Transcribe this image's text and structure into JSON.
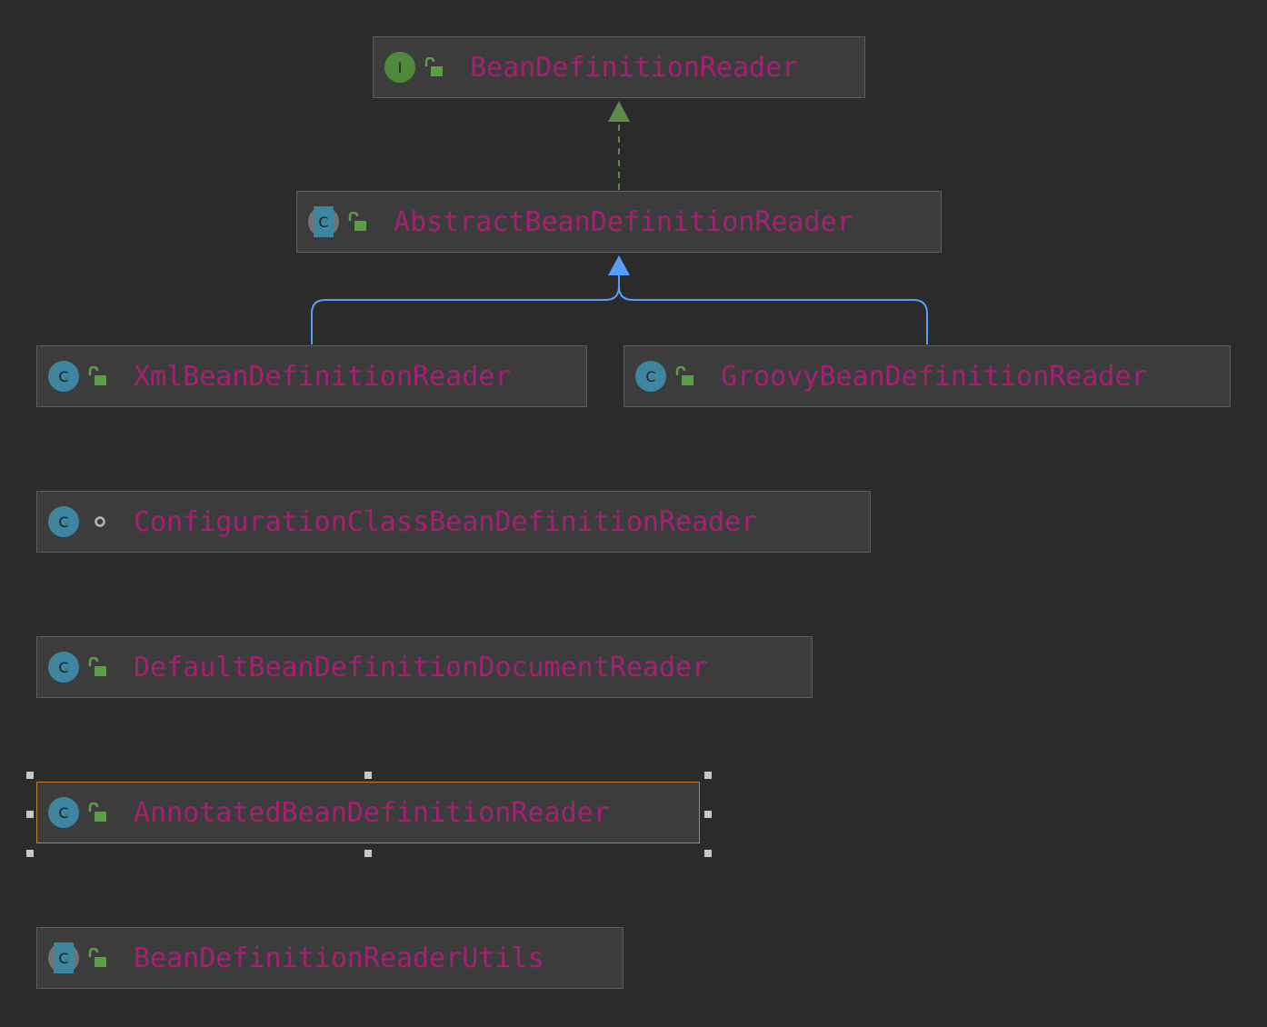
{
  "colors": {
    "background": "#2b2b2b",
    "node_fill": "#3c3c3c",
    "node_border": "#5e5e5e",
    "selected_border": "#c77a32",
    "label_text": "#a3226f",
    "class_icon": "#3e86a0",
    "interface_icon": "#4f8a3c",
    "public_lock": "#5e9d47",
    "implements_edge": "#5f8a4c",
    "extends_edge": "#589df6"
  },
  "nodes": [
    {
      "id": "BeanDefinitionReader",
      "label": "BeanDefinitionReader",
      "kind": "interface",
      "kind_letter": "I",
      "visibility": "public",
      "icon": "interface-icon",
      "selected": false
    },
    {
      "id": "AbstractBeanDefinitionReader",
      "label": "AbstractBeanDefinitionReader",
      "kind": "abstract-class",
      "kind_letter": "C",
      "visibility": "public",
      "icon": "abstract-class-icon",
      "selected": false
    },
    {
      "id": "XmlBeanDefinitionReader",
      "label": "XmlBeanDefinitionReader",
      "kind": "class",
      "kind_letter": "C",
      "visibility": "public",
      "icon": "class-icon",
      "selected": false
    },
    {
      "id": "GroovyBeanDefinitionReader",
      "label": "GroovyBeanDefinitionReader",
      "kind": "class",
      "kind_letter": "C",
      "visibility": "public",
      "icon": "class-icon",
      "selected": false
    },
    {
      "id": "ConfigurationClassBeanDefinitionReader",
      "label": "ConfigurationClassBeanDefinitionReader",
      "kind": "class",
      "kind_letter": "C",
      "visibility": "package-private",
      "icon": "class-icon",
      "selected": false
    },
    {
      "id": "DefaultBeanDefinitionDocumentReader",
      "label": "DefaultBeanDefinitionDocumentReader",
      "kind": "class",
      "kind_letter": "C",
      "visibility": "public",
      "icon": "class-icon",
      "selected": false
    },
    {
      "id": "AnnotatedBeanDefinitionReader",
      "label": "AnnotatedBeanDefinitionReader",
      "kind": "class",
      "kind_letter": "C",
      "visibility": "public",
      "icon": "class-icon",
      "selected": true
    },
    {
      "id": "BeanDefinitionReaderUtils",
      "label": "BeanDefinitionReaderUtils",
      "kind": "abstract-class",
      "kind_letter": "C",
      "visibility": "public",
      "icon": "abstract-class-icon",
      "selected": false
    }
  ],
  "edges": [
    {
      "from": "AbstractBeanDefinitionReader",
      "to": "BeanDefinitionReader",
      "type": "implements",
      "style": "dashed"
    },
    {
      "from": "XmlBeanDefinitionReader",
      "to": "AbstractBeanDefinitionReader",
      "type": "extends",
      "style": "solid"
    },
    {
      "from": "GroovyBeanDefinitionReader",
      "to": "AbstractBeanDefinitionReader",
      "type": "extends",
      "style": "solid"
    }
  ]
}
